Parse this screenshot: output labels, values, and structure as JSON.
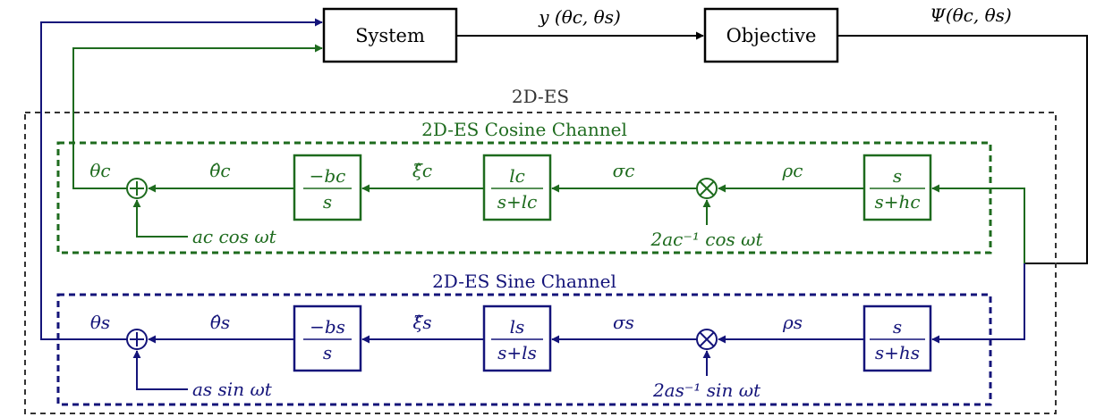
{
  "colors": {
    "black": "#000000",
    "cosine": "#1e6b1e",
    "sine": "#14147a",
    "dashed_outer": "#333333"
  },
  "blocks": {
    "system": "System",
    "objective": "Objective"
  },
  "labels": {
    "outer_title": "2D-ES",
    "cosine_title": "2D-ES Cosine Channel",
    "sine_title": "2D-ES Sine Channel"
  },
  "signals": {
    "y_out": "y (θc, θs)",
    "psi_out": "Ψ(θc, θs)"
  },
  "cosine": {
    "theta": "θc",
    "theta_hat": "θ̂c",
    "xi_hat": "ξ̂c",
    "sigma": "σc",
    "rho": "ρc",
    "dither": "ac cos ωt",
    "demod": "2ac⁻¹ cos ωt",
    "integrator_num": "−bc",
    "integrator_den": "s",
    "lowpass_num": "lc",
    "lowpass_den": "s+lc",
    "highpass_num": "s",
    "highpass_den": "s+hc"
  },
  "sine": {
    "theta": "θs",
    "theta_hat": "θ̂s",
    "xi_hat": "ξ̂s",
    "sigma": "σs",
    "rho": "ρs",
    "dither": "as sin ωt",
    "demod": "2as⁻¹ sin ωt",
    "integrator_num": "−bs",
    "integrator_den": "s",
    "lowpass_num": "ls",
    "lowpass_den": "s+ls",
    "highpass_num": "s",
    "highpass_den": "s+hs"
  }
}
